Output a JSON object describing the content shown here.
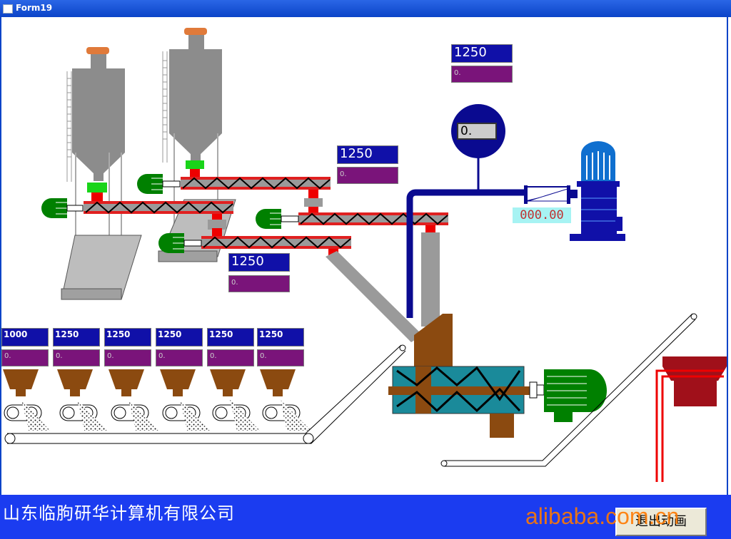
{
  "window": {
    "title": "Form19"
  },
  "readouts": {
    "top": {
      "value": "1250",
      "sub": "0."
    },
    "middle": {
      "value": "1250",
      "sub": "0."
    },
    "lower": {
      "value": "1250",
      "sub": "0."
    },
    "gauge": "0.",
    "flow": "000.00"
  },
  "bins": [
    {
      "value": "1000",
      "sub": "0."
    },
    {
      "value": "1250",
      "sub": "0."
    },
    {
      "value": "1250",
      "sub": "0."
    },
    {
      "value": "1250",
      "sub": "0."
    },
    {
      "value": "1250",
      "sub": "0."
    },
    {
      "value": "1250",
      "sub": "0."
    }
  ],
  "footer": {
    "company": "山东临朐研华计算机有限公司",
    "exit_label": "退出动画"
  },
  "watermark": "alibaba.com.cn",
  "colors": {
    "titlebar": "#0b44c8",
    "footer": "#1b3cf0",
    "silo": "#8c8c8c",
    "conveyor": "#e02020",
    "motor": "#008000",
    "mixer": "#1a8a9a",
    "brown": "#8b4a10"
  }
}
